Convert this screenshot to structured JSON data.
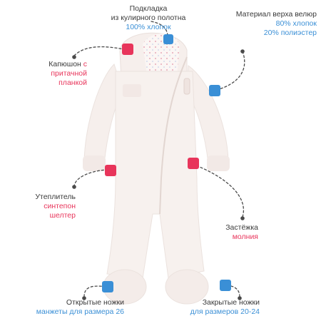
{
  "callouts": {
    "lining": {
      "line1": "Подкладка",
      "line2": "из кулирного полотна",
      "line3": "100% хлопок",
      "marker_color": "#e8355b"
    },
    "outer_material": {
      "line1": "Материал верха велюр",
      "line2": "80% хлопок",
      "line3": "20% полиэстер",
      "marker_color": "#3a8fd6"
    },
    "hood": {
      "line1a": "Капюшон ",
      "line1b": "с",
      "line2": "притачной",
      "line3": "планкой",
      "marker_color": "#e8355b"
    },
    "insulation": {
      "line1": "Утеплитель",
      "line2": "синтепон",
      "line3": "шелтер",
      "marker_color": "#e8355b"
    },
    "fastener": {
      "line1": "Застёжка",
      "line2": "молния",
      "marker_color": "#e8355b"
    },
    "open_feet": {
      "line1": "Открытые ножки",
      "line2": "манжеты для размера 26",
      "marker_color": "#3a8fd6"
    },
    "closed_feet": {
      "line1": "Закрытые ножки",
      "line2": "для размеров 20-24",
      "marker_color": "#3a8fd6"
    }
  },
  "colors": {
    "accent_pink": "#e8355b",
    "accent_blue": "#3a8fd6",
    "garment": "#f7f1ee"
  }
}
